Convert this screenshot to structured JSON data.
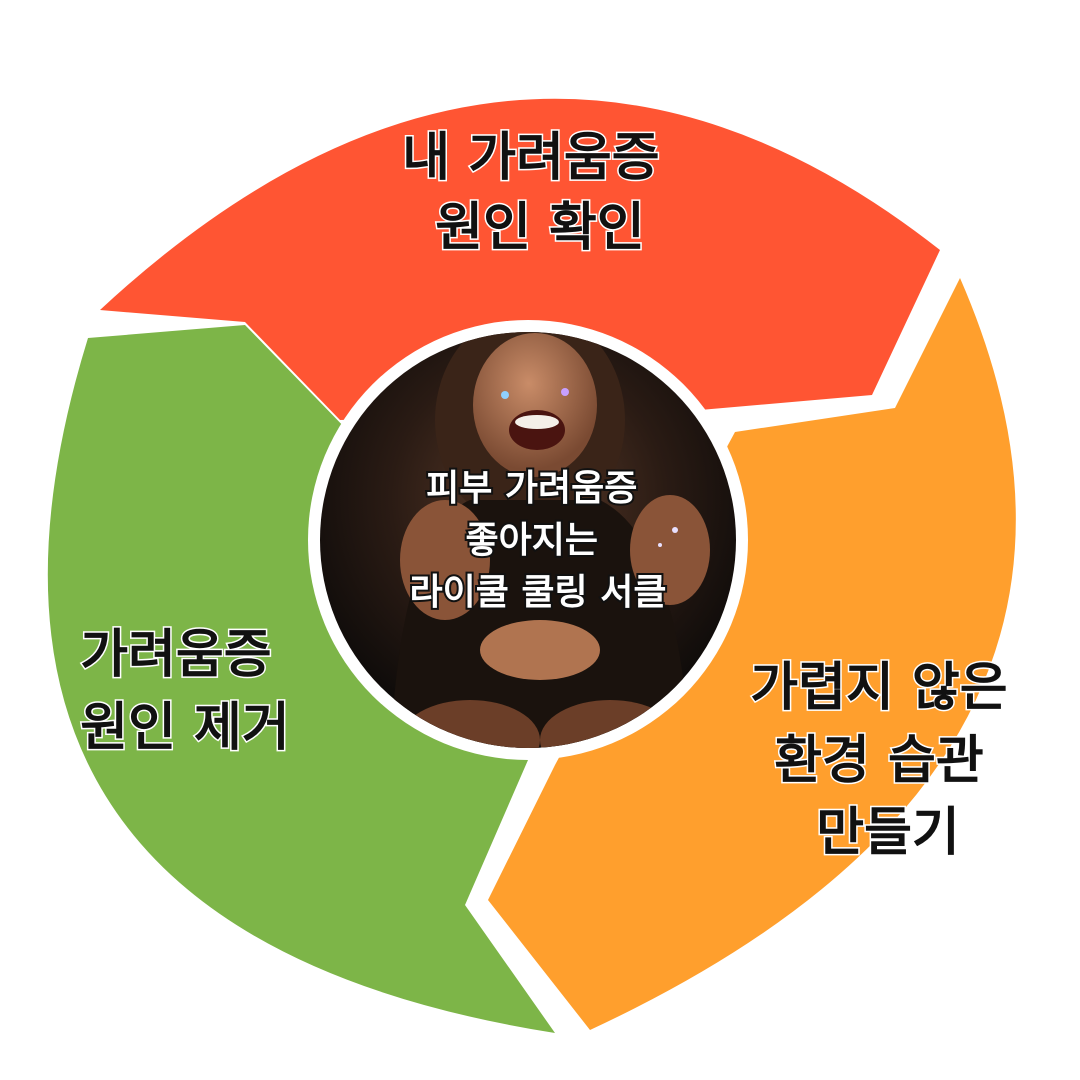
{
  "diagram": {
    "center": {
      "lines": [
        "피부 가려움증",
        "좋아지는",
        "라이쿨 쿨링 서클"
      ],
      "image": "photo-laughing-woman"
    },
    "segments": [
      {
        "lines": [
          "내 가려움증",
          "원인 확인"
        ],
        "color": "#FF5533"
      },
      {
        "lines": [
          "가렵지 않은",
          "환경 습관",
          "만들기"
        ],
        "color": "#FF9F2D"
      },
      {
        "lines": [
          "가려움증",
          "원인 제거"
        ],
        "color": "#7DB548"
      }
    ]
  }
}
